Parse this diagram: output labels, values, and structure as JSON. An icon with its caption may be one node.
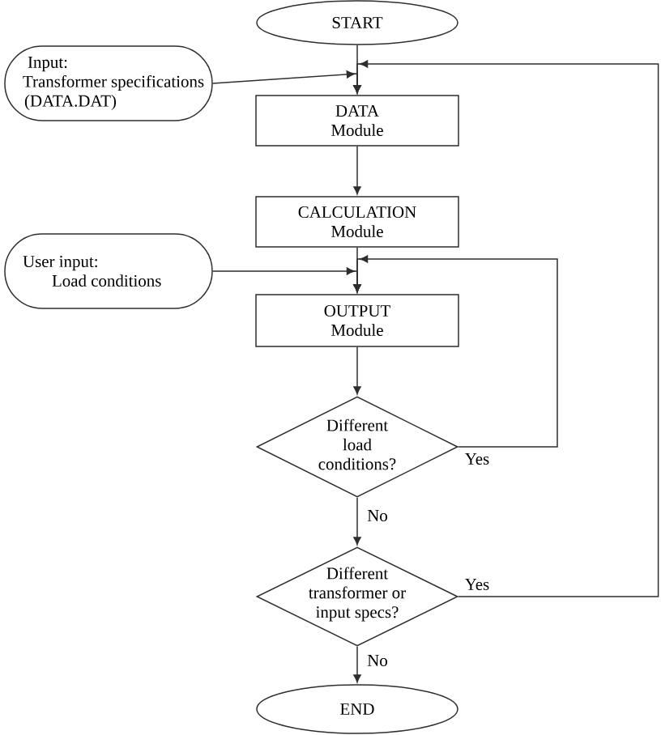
{
  "diagram": {
    "nodes": [
      {
        "text": [
          "START"
        ]
      },
      {
        "text": [
          "Input:",
          "Transformer specifications (DATA.DAT)"
        ]
      },
      {
        "text": [
          "DATA Module"
        ]
      },
      {
        "text": [
          "CALCULATION Module"
        ]
      },
      {
        "text": [
          "User input:",
          "Load conditions"
        ]
      },
      {
        "text": [
          "OUTPUT Module"
        ]
      },
      {
        "text": [
          "Different load conditions?"
        ]
      },
      {
        "text": [
          "Different transformer or input specs?"
        ]
      },
      {
        "text": [
          "END"
        ]
      }
    ],
    "edges": [
      {
        "from": 0,
        "to": 2,
        "arrow": "to"
      },
      {
        "from": 1,
        "to": 2,
        "arrow": "to"
      },
      {
        "from": 2,
        "to": 3,
        "arrow": "to"
      },
      {
        "from": 3,
        "to": 5,
        "arrow": "to"
      },
      {
        "from": 4,
        "to": 5,
        "arrow": "to"
      },
      {
        "from": 5,
        "to": 6,
        "arrow": "to"
      },
      {
        "from": 6,
        "to": 5,
        "arrow": "to",
        "label": "Yes"
      },
      {
        "from": 6,
        "to": 7,
        "arrow": "to",
        "label": "No"
      },
      {
        "from": 7,
        "to": 2,
        "arrow": "to",
        "label": "Yes"
      },
      {
        "from": 7,
        "to": 8,
        "arrow": "to",
        "label": "No"
      }
    ]
  }
}
